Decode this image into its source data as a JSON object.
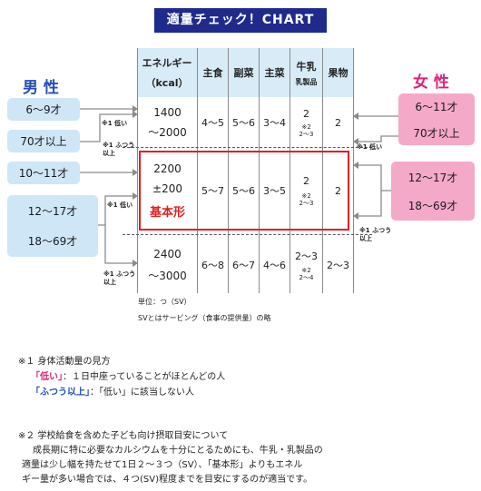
{
  "title": "適量チェック！CHART",
  "male_label": "男 性",
  "female_label": "女 性",
  "male_groups": [
    "6～9才",
    "70才以上",
    "10～11才",
    "12～17才",
    "18～69才"
  ],
  "female_groups": [
    "6～11才",
    "70才以上",
    "12～17才",
    "18～69才"
  ],
  "headers": {
    "energy_1": "エネルギー",
    "energy_2": "（kcal）",
    "staple": "主食",
    "side": "副菜",
    "main": "主菜",
    "milk_1": "牛乳",
    "milk_2": "乳製品",
    "fruit": "果物"
  },
  "rows": [
    {
      "energy_1": "1400",
      "energy_2": "～2000",
      "staple": "4～5",
      "side": "5～6",
      "main": "3～4",
      "milk": "2",
      "milk_note_mark": "※2",
      "milk_note": "2～3",
      "fruit": "2"
    },
    {
      "energy_1": "2200",
      "energy_2": "±200",
      "energy_3": "基本形",
      "staple": "5～7",
      "side": "5～6",
      "main": "3～5",
      "milk": "2",
      "milk_note_mark": "※2",
      "milk_note": "2～3",
      "fruit": "2"
    },
    {
      "energy_1": "2400",
      "energy_2": "～3000",
      "staple": "6～8",
      "side": "6～7",
      "main": "4～6",
      "milk": "2～3",
      "milk_note_mark": "※2",
      "milk_note": "2～4",
      "fruit": "2～3"
    }
  ],
  "arrow_notes": {
    "low_1": "※1 低い",
    "normal_1a": "※1 ふつう",
    "normal_1b": "以上",
    "low_2": "※1 低い",
    "normal_2a": "※1 ふつう",
    "normal_2b": "以上",
    "f_low": "※1 低い",
    "f_normal_a": "※1 ふつう",
    "f_normal_b": "以上"
  },
  "unit_note": "単位：つ（SV）",
  "sv_note": "SVとはサービング（食事の提供量）の略",
  "footnote1": {
    "title": "※１ 身体活動量の見方",
    "low_label": "「低い」",
    "low_text": "：１日中座っていることがほとんどの人",
    "normal_label": "「ふつう以上」",
    "normal_text": "：「低い」に該当しない人"
  },
  "footnote2": {
    "title": "※２ 学校給食を含めた子ども向け摂取目安について",
    "line1": "成長期に特に必要なカルシウムを十分にとるためにも、牛乳・乳製品の",
    "line2": "適量は少し幅を持たせて1日２～３つ（SV）、「基本形」よりもエネル",
    "line3": "ギー量が多い場合では、４つ(SV)程度までを目安にするのが適当です。"
  },
  "colors": {
    "title_bg": "#1f2a8c",
    "header_bg": "#d8ecf8",
    "male_box": "#cfe6f7",
    "female_box": "#f5a9c9",
    "male_text": "#1f4fb8",
    "female_text": "#e0207a",
    "highlight": "#e02020"
  }
}
